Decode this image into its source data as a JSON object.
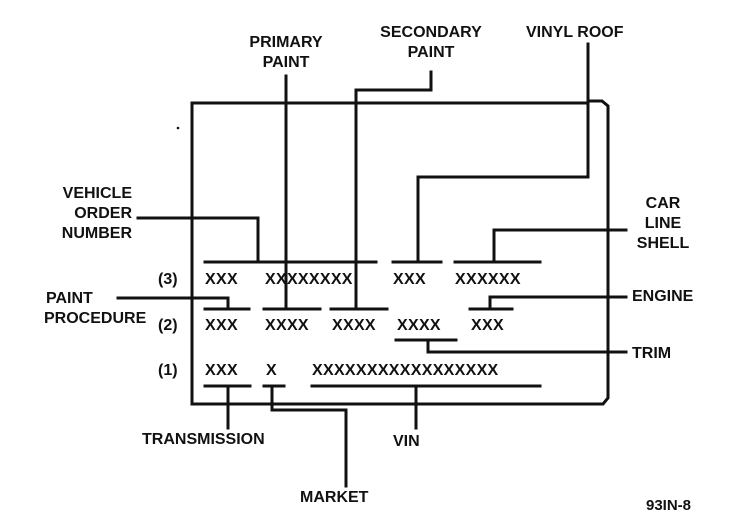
{
  "labels": {
    "primary_paint": [
      "PRIMARY",
      "PAINT"
    ],
    "secondary_paint": [
      "SECONDARY",
      "PAINT"
    ],
    "vinyl_roof": "VINYL ROOF",
    "vehicle_order_number": [
      "VEHICLE",
      "ORDER",
      "NUMBER"
    ],
    "car_line_shell": [
      "CAR",
      "LINE",
      "SHELL"
    ],
    "paint_procedure": [
      "PAINT",
      "PROCEDURE"
    ],
    "engine": "ENGINE",
    "trim": "TRIM",
    "transmission": "TRANSMISSION",
    "vin": "VIN",
    "market": "MARKET"
  },
  "rows": {
    "row3": {
      "number": "(3)",
      "codes": [
        "XXX",
        "XXXXXXXX",
        "XXX",
        "XXXXXX"
      ]
    },
    "row2": {
      "number": "(2)",
      "codes": [
        "XXX",
        "XXXX",
        "XXXX",
        "XXXX",
        "XXX"
      ]
    },
    "row1": {
      "number": "(1)",
      "codes": [
        "XXX",
        "X",
        "XXXXXXXXXXXXXXXXX"
      ]
    }
  },
  "figure_id": "93IN-8"
}
